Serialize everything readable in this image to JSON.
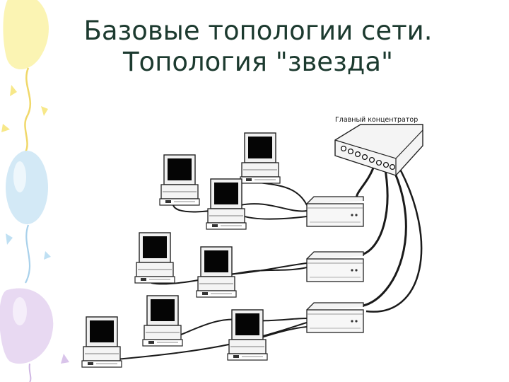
{
  "slide": {
    "title_line1": "Базовые топологии сети.",
    "title_line2": "Топология \"звезда\""
  },
  "diagram": {
    "hub_label": "Главный концентратор"
  },
  "colors": {
    "title": "#1c3a2f",
    "balloon_yellow": "#fbf4b3",
    "balloon_blue": "#d3e9f6",
    "balloon_purple": "#e8d9f2",
    "cable": "#1a1a1a"
  }
}
